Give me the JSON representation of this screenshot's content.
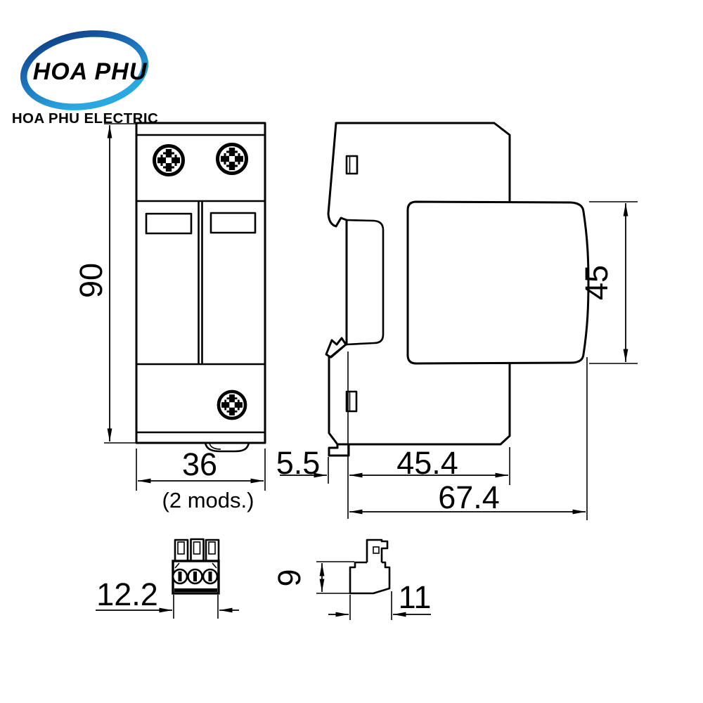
{
  "logo": {
    "brand": "HOA PHU",
    "subtitle": "HOA PHU ELECTRIC",
    "brand_color": "#1b5caa",
    "subtitle_color": "#29a8e0",
    "ring_gradient_start": "#0e3c80",
    "ring_gradient_mid": "#1b6cb5",
    "ring_gradient_end": "#2aa9e0"
  },
  "drawing": {
    "line_color": "#000000",
    "background_color": "#ffffff",
    "front_view": {
      "height_mm": "90",
      "width_mm": "36",
      "modules_note": "(2 mods.)"
    },
    "side_view": {
      "module_height_mm": "45",
      "rail_clip_depth_mm": "5.5",
      "body_depth_mm": "45.4",
      "total_depth_mm": "67.4"
    },
    "terminal_block_view": {
      "width_mm": "12.2"
    },
    "rail_clip_view": {
      "height_mm": "9",
      "width_mm": "11"
    },
    "icons": {
      "screw": "phillips-screw-head",
      "arrow": "dimension-arrowhead"
    }
  }
}
